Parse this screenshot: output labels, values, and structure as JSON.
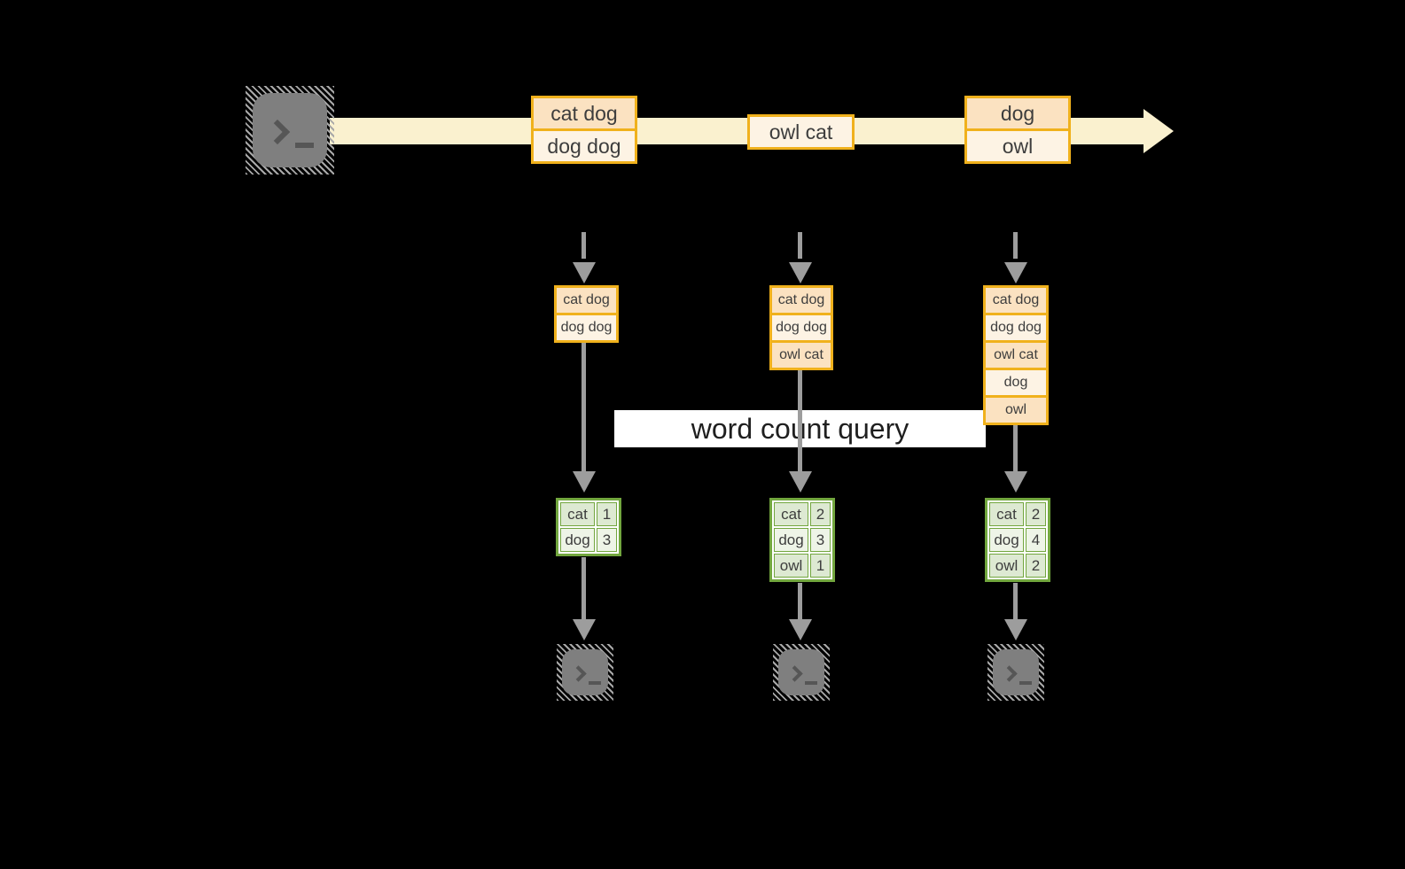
{
  "label": {
    "text": "word count query"
  },
  "stream": {
    "events": [
      {
        "rows": [
          {
            "text": "cat dog",
            "shade": "dark"
          },
          {
            "text": "dog dog",
            "shade": "light"
          }
        ]
      },
      {
        "rows": [
          {
            "text": "owl cat",
            "shade": "light"
          }
        ]
      },
      {
        "rows": [
          {
            "text": "dog",
            "shade": "dark"
          },
          {
            "text": "owl",
            "shade": "light"
          }
        ]
      }
    ]
  },
  "states": [
    {
      "rows": [
        "cat dog",
        "dog dog"
      ]
    },
    {
      "rows": [
        "cat dog",
        "dog dog",
        "owl cat"
      ]
    },
    {
      "rows": [
        "cat dog",
        "dog dog",
        "owl cat",
        "dog",
        "owl"
      ]
    }
  ],
  "counts": [
    {
      "rows": [
        [
          "cat",
          "1"
        ],
        [
          "dog",
          "3"
        ]
      ]
    },
    {
      "rows": [
        [
          "cat",
          "2"
        ],
        [
          "dog",
          "3"
        ],
        [
          "owl",
          "1"
        ]
      ]
    },
    {
      "rows": [
        [
          "cat",
          "2"
        ],
        [
          "dog",
          "4"
        ],
        [
          "owl",
          "2"
        ]
      ]
    }
  ],
  "colors": {
    "orange": "#f0b11c",
    "peach": "#fbe2c1",
    "cream": "#fdf3e4",
    "band": "#faf1cf",
    "green": "#72a63e",
    "sage": "#dde9d2",
    "sage_light": "#eef4e7",
    "arrow": "#9d9d9d",
    "term": "#7f7f7f",
    "glyph": "#565656",
    "hatch": "#a8a8a8",
    "text": "#3d3d3d",
    "label_bg": "#ffffff",
    "label_text": "#1f1f1f"
  }
}
